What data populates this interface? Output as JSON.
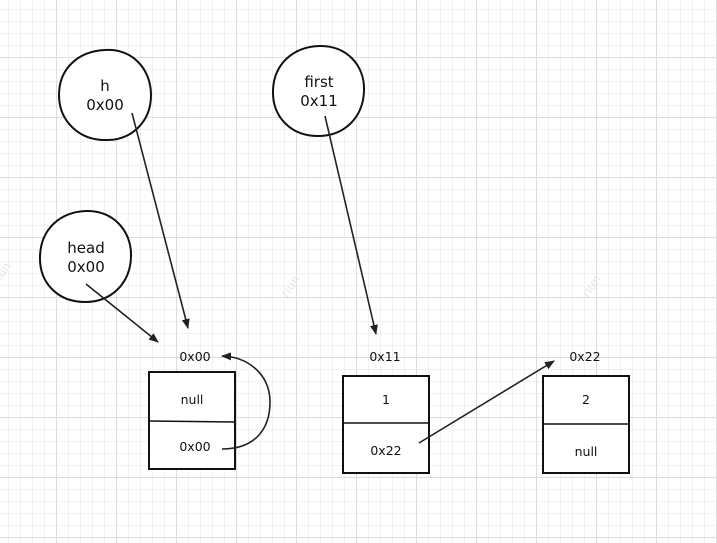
{
  "watermark": "riun",
  "pointers": [
    {
      "id": "h",
      "name": "h",
      "value": "0x00"
    },
    {
      "id": "first",
      "name": "first",
      "value": "0x11"
    },
    {
      "id": "head",
      "name": "head",
      "value": "0x00"
    }
  ],
  "nodes": [
    {
      "id": "node-0x00",
      "address": "0x00",
      "data": "null",
      "next": "0x00"
    },
    {
      "id": "node-0x11",
      "address": "0x11",
      "data": "1",
      "next": "0x22"
    },
    {
      "id": "node-0x22",
      "address": "0x22",
      "data": "2",
      "next": "null"
    }
  ]
}
